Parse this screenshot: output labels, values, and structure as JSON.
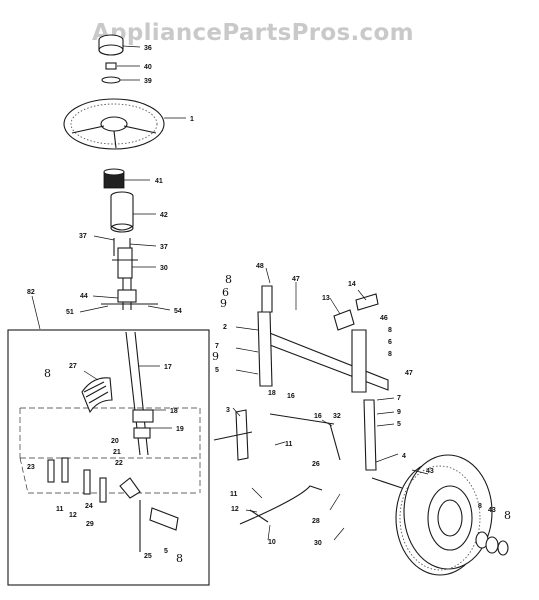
{
  "watermark": "AppliancePartsPros.com",
  "callouts": {
    "c36": "36",
    "c40": "40",
    "c39": "39",
    "c1": "1",
    "c41": "41",
    "c42": "42",
    "c37a": "37",
    "c37b": "37",
    "c30a": "30",
    "c44": "44",
    "c51": "51",
    "c54": "54",
    "c82": "82",
    "c17": "17",
    "c27": "27",
    "c8a": "8",
    "c18a": "18",
    "c19": "19",
    "c20": "20",
    "c21": "21",
    "c22": "22",
    "c23": "23",
    "c11a": "11",
    "c12a": "12",
    "c24": "24",
    "c29": "29",
    "c25": "25",
    "c5a": "5",
    "c8b": "8",
    "c48": "48",
    "c8c": "8",
    "c6a": "6",
    "c9a": "9",
    "c47a": "47",
    "c13": "13",
    "c14": "14",
    "c2": "2",
    "c7a": "7",
    "c9b": "9",
    "c5b": "5",
    "c18b": "18",
    "c16a": "16",
    "c46": "46",
    "c8d": "8",
    "c6b": "6",
    "c8e": "8",
    "c47b": "47",
    "c16b": "16",
    "c32": "32",
    "c3": "3",
    "c11b": "11",
    "c7b": "7",
    "c9c": "9",
    "c5c": "5",
    "c26": "26",
    "c4": "4",
    "c43a": "43",
    "c11c": "11",
    "c12b": "12",
    "c28": "28",
    "c30b": "30",
    "c10": "10",
    "c8f": "8",
    "c43b": "43",
    "c8g": "8"
  },
  "icons": {
    "steering_wheel": "steering-wheel",
    "wheel": "front-tire-wheel",
    "leader_line": "callout-leader"
  }
}
